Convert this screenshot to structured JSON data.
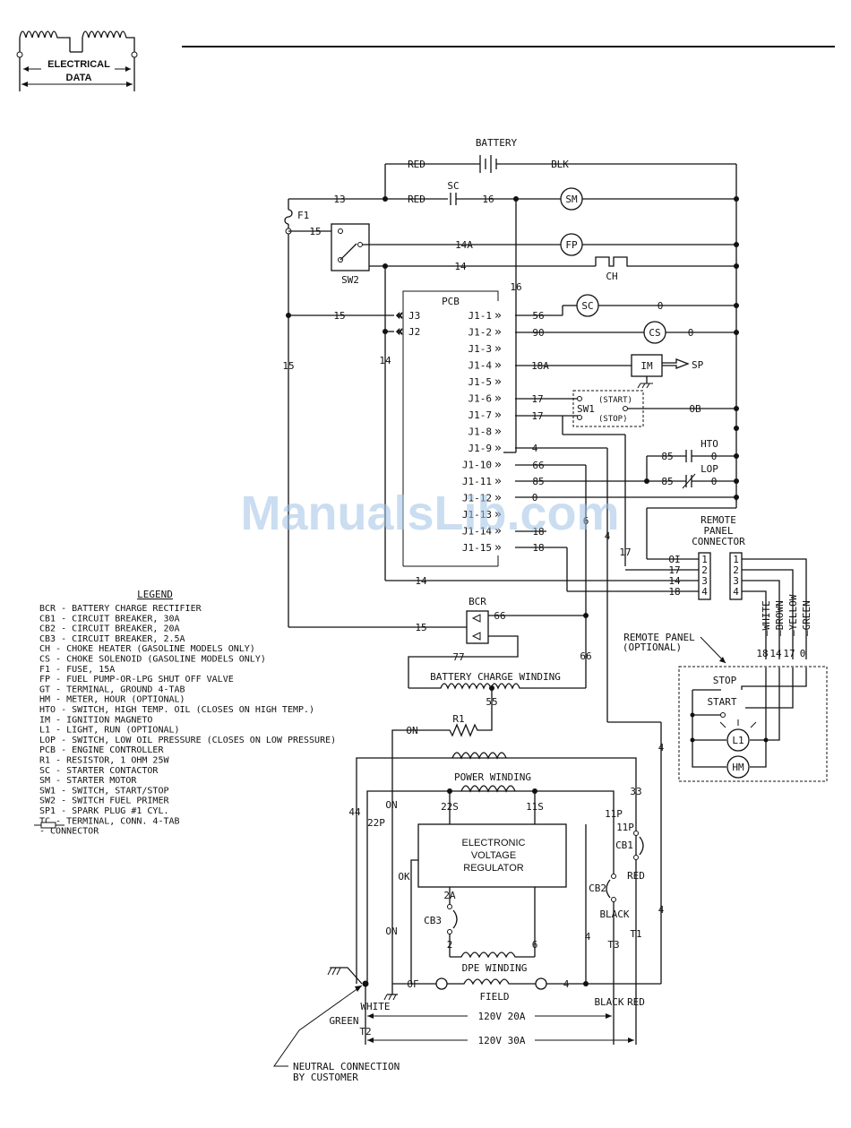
{
  "header": {
    "badge_line1": "ELECTRICAL",
    "badge_line2": "DATA"
  },
  "watermark": "ManualsLib.com",
  "components": {
    "battery": "BATTERY",
    "sc": "SC",
    "sm": "SM",
    "fp": "FP",
    "ch": "CH",
    "f1": "F1",
    "sw2": "SW2",
    "pcb": "PCB",
    "sc_coil": "SC",
    "cs": "CS",
    "im": "IM",
    "sp": "SP",
    "sw1": "SW1",
    "start": "(START)",
    "stop": "(STOP)",
    "hto": "HTO",
    "lop": "LOP",
    "bcr": "BCR",
    "battery_charge_winding": "BATTERY CHARGE WINDING",
    "r1": "R1",
    "power_winding": "POWER WINDING",
    "evr1": "ELECTRONIC",
    "evr2": "VOLTAGE",
    "evr3": "REGULATOR",
    "cb1": "CB1",
    "cb2": "CB2",
    "cb3": "CB3",
    "dpe_winding": "DPE WINDING",
    "field": "FIELD",
    "l1": "L1",
    "hm": "HM"
  },
  "wires": {
    "red": "RED",
    "blk": "BLK",
    "w13": "13",
    "w15": "15",
    "w14a": "14A",
    "w14": "14",
    "w16": "16",
    "w56": "56",
    "w90": "90",
    "w18a": "18A",
    "w17": "17",
    "w4": "4",
    "w66": "66",
    "w85": "85",
    "w0": "0",
    "w18": "18",
    "w0b": "0B",
    "w77": "77",
    "w55": "55",
    "w6": "6",
    "on": "ON",
    "ok": "OK",
    "of": "OF",
    "w44": "44",
    "w22p": "22P",
    "w33": "33",
    "w22s": "22S",
    "w11s": "11S",
    "w11p": "11P",
    "w2a": "2A",
    "w2": "2",
    "black": "BLACK",
    "t1": "T1",
    "t2": "T2",
    "t3": "T3",
    "white": "WHITE",
    "green": "GREEN",
    "v120_20": "120V 20A",
    "v120_30": "120V 30A",
    "oi": "OI"
  },
  "pcb_pins": [
    "J1-1",
    "J1-2",
    "J1-3",
    "J1-4",
    "J1-5",
    "J1-6",
    "J1-7",
    "J1-8",
    "J1-9",
    "J1-10",
    "J1-11",
    "J1-12",
    "J1-13",
    "J1-14",
    "J1-15"
  ],
  "pcb_left": {
    "j3": "J3",
    "j2": "J2"
  },
  "remote_connector": {
    "title1": "REMOTE",
    "title2": "PANEL",
    "title3": "CONNECTOR",
    "pins": [
      "1",
      "2",
      "3",
      "4"
    ],
    "colors": [
      "WHITE",
      "BROWN",
      "YELLOW",
      "GREEN"
    ],
    "color_nums": [
      "18",
      "14",
      "17",
      "0"
    ]
  },
  "remote_panel": {
    "title": "REMOTE PANEL",
    "subtitle": "(OPTIONAL)",
    "stop": "STOP",
    "start": "START"
  },
  "neutral": {
    "line1": "NEUTRAL CONNECTION",
    "line2": "BY CUSTOMER"
  },
  "legend": {
    "title": "LEGEND",
    "items": [
      "BCR - BATTERY CHARGE RECTIFIER",
      "CB1 - CIRCUIT BREAKER, 30A",
      "CB2 - CIRCUIT BREAKER, 20A",
      "CB3 - CIRCUIT BREAKER, 2.5A",
      "CH  - CHOKE HEATER (GASOLINE MODELS ONLY)",
      "CS  - CHOKE SOLENOID (GASOLINE MODELS ONLY)",
      "F1  - FUSE, 15A",
      "FP  - FUEL PUMP-OR-LPG SHUT OFF VALVE",
      "GT  - TERMINAL, GROUND 4-TAB",
      "HM  - METER, HOUR (OPTIONAL)",
      "HTO - SWITCH, HIGH TEMP. OIL (CLOSES ON HIGH TEMP.)",
      "IM  - IGNITION MAGNETO",
      "L1  - LIGHT, RUN (OPTIONAL)",
      "LOP - SWITCH, LOW OIL PRESSURE (CLOSES ON LOW PRESSURE)",
      "PCB - ENGINE CONTROLLER",
      "R1  - RESISTOR, 1 OHM 25W",
      "SC  - STARTER CONTACTOR",
      "SM  - STARTER MOTOR",
      "SW1 - SWITCH, START/STOP",
      "SW2 - SWITCH FUEL PRIMER",
      "SP1 - SPARK PLUG #1 CYL.",
      "TC  - TERMINAL, CONN. 4-TAB",
      "    - CONNECTOR"
    ]
  }
}
